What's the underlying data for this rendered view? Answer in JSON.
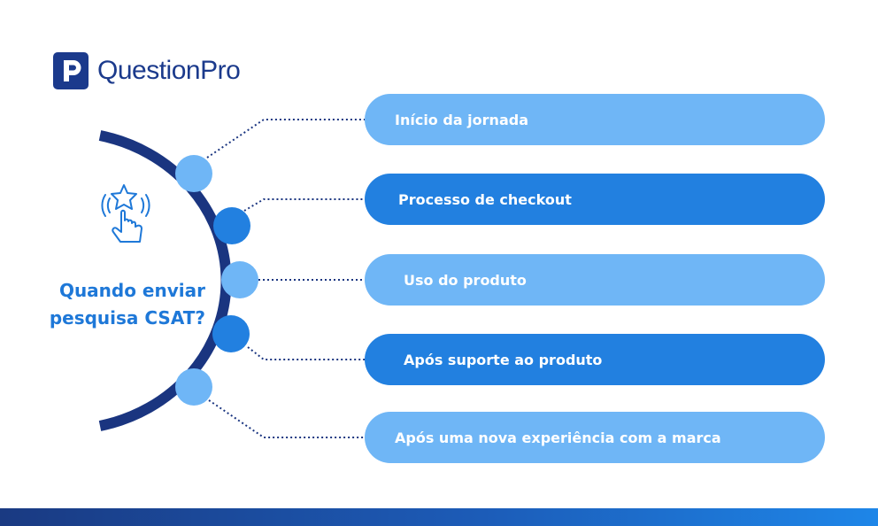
{
  "logo": {
    "text": "QuestionPro"
  },
  "question": {
    "line1": "Quando enviar",
    "line2": "pesquisa CSAT?"
  },
  "stages": [
    {
      "label": "Início da jornada"
    },
    {
      "label": "Processo de checkout"
    },
    {
      "label": "Uso do produto"
    },
    {
      "label": "Após suporte ao produto"
    },
    {
      "label": "Após uma nova experiência com a marca"
    }
  ],
  "colors": {
    "brand_navy": "#1b3a8c",
    "pill_light": "#6fb6f6",
    "pill_dark": "#2280e0",
    "question_text": "#1e78d8",
    "arc": "#1a3580"
  },
  "icons": {
    "hero": "star-touch-icon"
  }
}
